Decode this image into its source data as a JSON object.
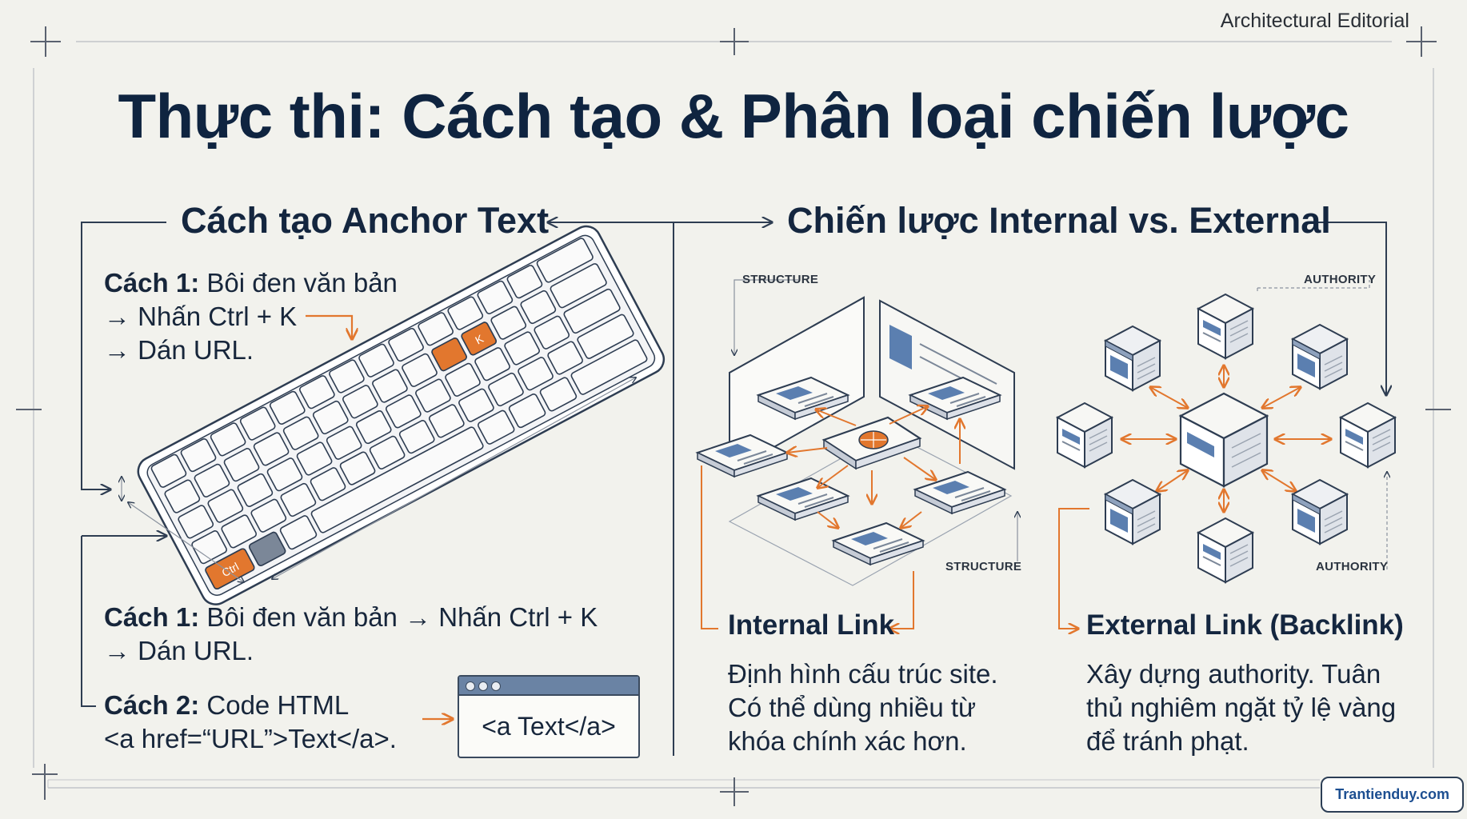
{
  "header": {
    "brand": "Architectural Editorial",
    "title": "Thực thi: Cách tạo & Phân loại chiến lược"
  },
  "left": {
    "heading": "Cách tạo Anchor Text",
    "method1_top": {
      "label": "Cách 1:",
      "line1": " Bôi đen văn bản",
      "line2": "→ Nhấn Ctrl + K",
      "line3": "→ Dán URL."
    },
    "method1_bottom": {
      "label": "Cách 1:",
      "line1": " Bôi đen văn bản → Nhấn Ctrl + K",
      "line2": "→ Dán URL."
    },
    "method2": {
      "label": "Cách 2:",
      "line1": " Code HTML",
      "line2": "<a href=“URL”>Text</a>."
    },
    "code_window_text": "<a Text</a>",
    "key_ctrl": "Ctrl",
    "key_k": "K"
  },
  "right": {
    "heading": "Chiến lược Internal vs. External",
    "structure_label": "STRUCTURE",
    "authority_label": "AUTHORITY",
    "internal": {
      "title": "Internal Link",
      "desc": "Định hình cấu trúc site. Có thể dùng nhiều từ khóa chính xác hơn."
    },
    "external": {
      "title": "External Link (Backlink)",
      "desc": "Xây dựng authority. Tuân thủ nghiêm ngặt tỷ lệ vàng để tránh phạt."
    }
  },
  "footer": {
    "badge": "Trantienduy.com"
  },
  "colors": {
    "navy": "#0f2440",
    "orange": "#e2772e",
    "blue": "#5b7fb0",
    "line": "#3a4a5e"
  }
}
